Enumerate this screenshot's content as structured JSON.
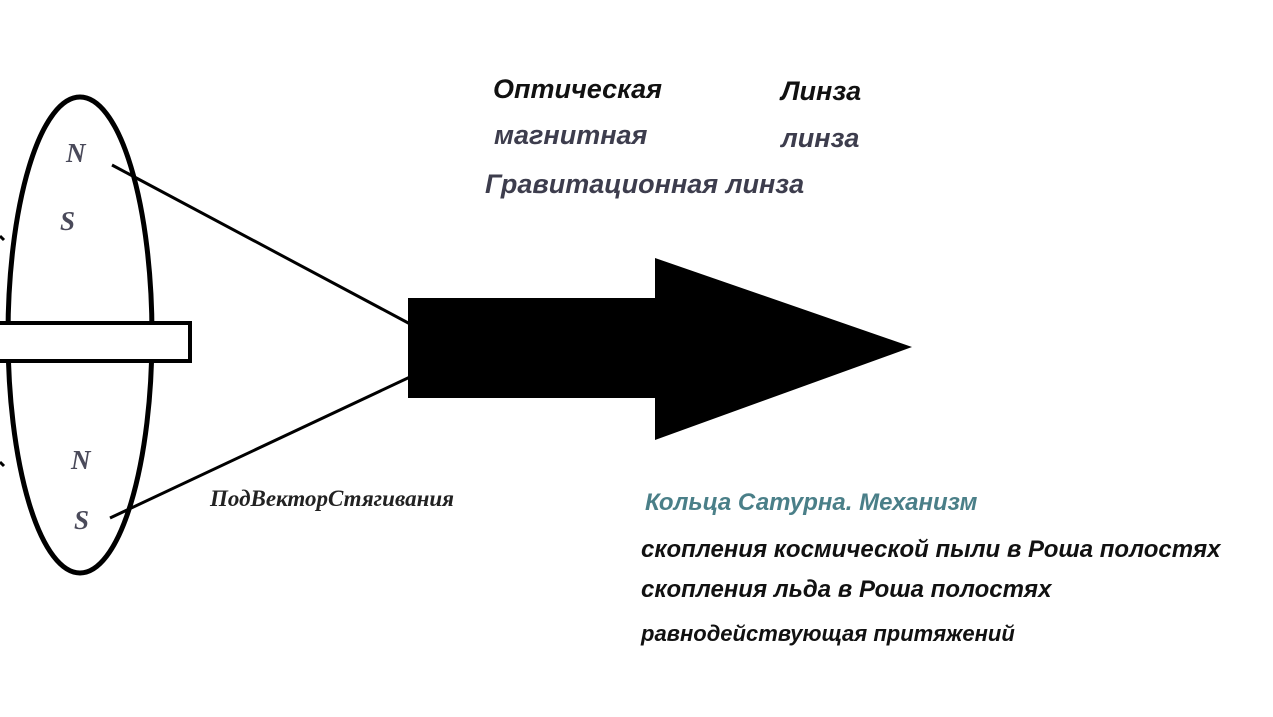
{
  "lens_labels": {
    "optical_left": "Оптическая",
    "optical_right": "Линза",
    "magnetic_left": "магнитная",
    "magnetic_right": "линза",
    "gravitational": "Гравитационная линза"
  },
  "poles": {
    "top_n": "N",
    "top_s": "S",
    "bottom_n": "N",
    "bottom_s": "S"
  },
  "subvector_label": "ПодВекторСтягивания",
  "saturn_text": {
    "line1": "Кольца Сатурна.  Механизм",
    "line2": "скопления космической пыли в Роша полостях",
    "line3": "скопления льда в Роша полостях",
    "line4": "равнодействующая притяжений"
  },
  "colors": {
    "ink": "#000000",
    "pole_text": "#4a4a5a",
    "heading_teal": "#4a7f88",
    "background": "#ffffff"
  }
}
